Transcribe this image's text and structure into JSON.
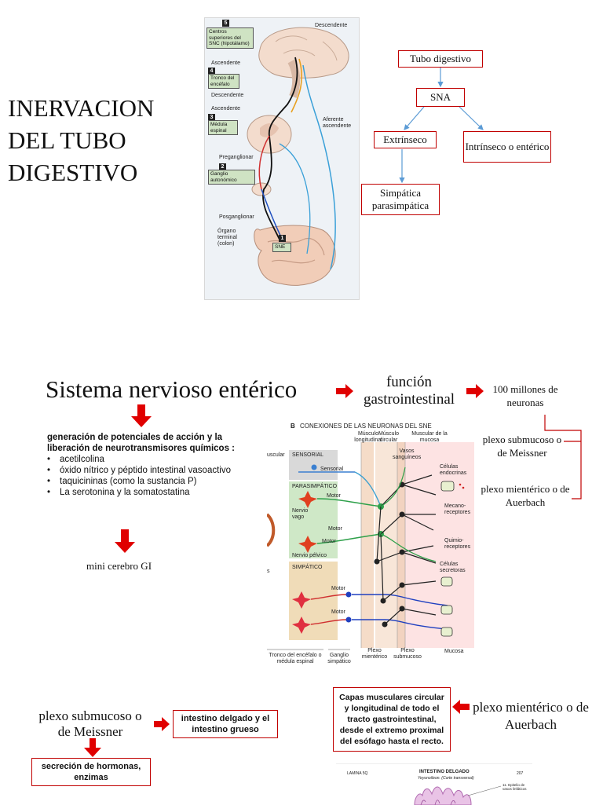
{
  "slide1": {
    "title_lines": [
      "INERVACION",
      "DEL TUBO",
      "DIGESTIVO"
    ],
    "figure_labels": {
      "descendente_top": "Descendente",
      "box5_num": "5",
      "box5": "Centros superiores del SNC (hipotálamo)",
      "ascendente1": "Ascendente",
      "box4_num": "4",
      "box4": "Tronco del encéfalo",
      "descendente2": "Descendente",
      "ascendente2": "Ascendente",
      "box3_num": "3",
      "box3": "Médula espinal",
      "aferente": "Aferente ascendente",
      "preganglionar": "Preganglionar",
      "box2_num": "2",
      "box2": "Ganglio autonómico",
      "posganglionar": "Posganglionar",
      "organo": "Órgano terminal (colon)",
      "box1_num": "1",
      "box1": "SNE"
    },
    "tree": {
      "root": "Tubo digestivo",
      "mid": "SNA",
      "left": "Extrínseco",
      "right": "Intrínseco o entérico",
      "leaf": "Simpática parasimpática"
    }
  },
  "slide2": {
    "title": "Sistema nervioso entérico",
    "funcion": "función gastrointestinal",
    "neuronas": "100 millones de neuronas",
    "plexo_sub": "plexo submucoso o de Meissner",
    "plexo_mient": "plexo mientérico o de Auerbach",
    "gen_heading": "generación de potenciales de acción y la liberación de neurotransmisores químicos :",
    "bullets": [
      "acetilcolina",
      "óxido nítrico y péptido intestinal vasoactivo",
      "taquicininas (como la sustancia P)",
      "La serotonina y la somatostatina"
    ],
    "mini": "mini cerebro GI",
    "figure": {
      "header_b": "B",
      "header": "CONEXIONES DE LAS NEURONAS DEL SNE",
      "col1": "Músculo longitudinal",
      "col2": "Músculo circular",
      "col3": "Muscular de la mucosa",
      "vasos": "Vasos sanguíneos",
      "muscular": "uscular",
      "sensorial": "SENSORIAL",
      "sensorial_neuron": "Sensorial",
      "parasimp": "PARASIMPÁTICO",
      "motor1": "Motor",
      "nervio_vago": "Nervio vago",
      "motor2": "Motor",
      "motor3": "Motor",
      "nervio_pelvico": "Nervio pélvico",
      "simp": "SIMPÁTICO",
      "motor4": "Motor",
      "motor5": "Motor",
      "cel_endo": "Células endocrinas",
      "mecano": "Mecano-receptores",
      "quimio": "Quimio-receptores",
      "cel_secr": "Células secretoras",
      "tronco": "Tronco del encéfalo o médula espinal",
      "ganglio": "Ganglio simpático",
      "plexo_m": "Plexo mientérico",
      "plexo_s": "Plexo submucoso",
      "mucosa": "Mucosa",
      "side_s": "s"
    }
  },
  "slide3": {
    "plexo_sub": "plexo submucoso o de Meissner",
    "intestino": "intestino delgado y el intestino grueso",
    "secrecion": "secreción de hormonas, enzimas",
    "capas": "Capas musculares circular y longitudinal de todo el tracto gastrointestinal, desde el extremo proximal del esófago hasta el recto.",
    "plexo_mient": "plexo mientérico o de Auerbach",
    "thumb": {
      "lamina": "LAMINA 5Q",
      "titulo": "INTESTINO DELGADO",
      "sub": "Yeyunoíleon. (Corte transversal)",
      "page": "207",
      "note": "11. Epitelio de vasos linfáticos"
    }
  },
  "colors": {
    "accent_red": "#c00000",
    "arrow_red": "#e00000",
    "blue_line": "#5b9bd5"
  }
}
